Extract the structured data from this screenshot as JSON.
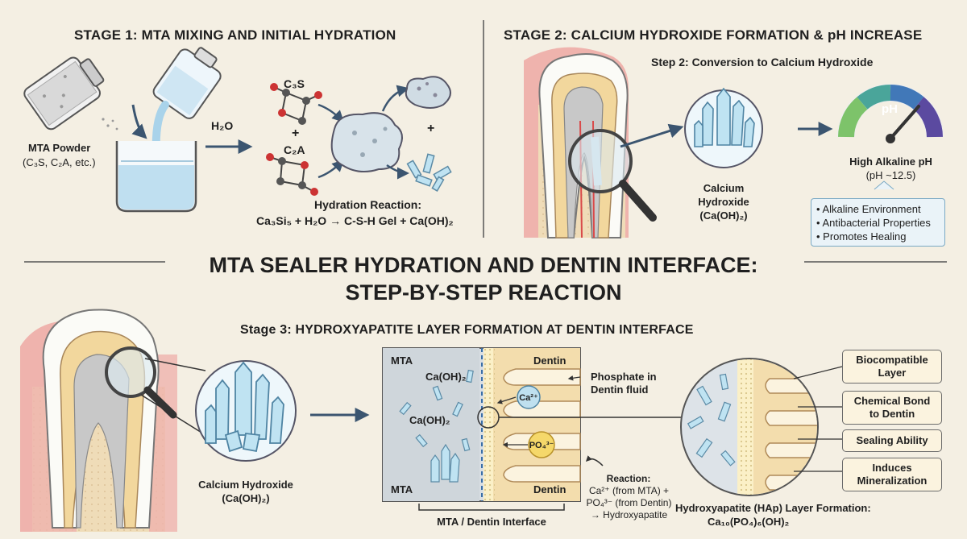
{
  "main_title": {
    "line1": "MTA SEALER HYDRATION AND DENTIN INTERFACE:",
    "line2": "STEP-BY-STEP REACTION"
  },
  "stage1": {
    "title": "STAGE 1: MTA MIXING AND INITIAL HYDRATION",
    "powder_label": "MTA Powder",
    "powder_sub": "(C₃S, C₂A, etc.)",
    "water": "H₂O",
    "c3s": "C₃S",
    "plus": "+",
    "c2a": "C₂A",
    "plus_right": "+",
    "reaction_title": "Hydration Reaction:",
    "reaction_eq": "Ca₃Si₅ + H₂O → C-S-H Gel + Ca(OH)₂"
  },
  "stage2": {
    "title": "STAGE 2: CALCIUM HYDROXIDE FORMATION & pH INCREASE",
    "step_title": "Step 2: Conversion to Calcium Hydroxide",
    "crystal_label_1": "Calcium",
    "crystal_label_2": "Hydroxide",
    "crystal_label_3": "(Ca(OH)₂)",
    "gauge_text": "pH",
    "ph_title": "High Alkaline pH",
    "ph_value": "(pH ~12.5)",
    "bullets": [
      "• Alkaline Environment",
      "• Antibacterial Properties",
      "• Promotes Healing"
    ]
  },
  "stage3": {
    "title": "Stage 3: HYDROXYAPATITE LAYER FORMATION AT DENTIN INTERFACE",
    "crystal_label_1": "Calcium Hydroxide",
    "crystal_label_2": "(Ca(OH)₂)",
    "mta_top": "MTA",
    "mta_bottom": "MTA",
    "dentin_top": "Dentin",
    "dentin_bottom": "Dentin",
    "caoh_1": "Ca(OH)₂",
    "caoh_2": "Ca(OH)₂",
    "ca_ion": "Ca²⁺",
    "po4_ion": "PO₄³⁻",
    "phosphate_1": "Phosphate in",
    "phosphate_2": "Dentin fluid",
    "reaction_title": "Reaction:",
    "reaction_1": "Ca²⁺ (from MTA) +",
    "reaction_2": "PO₄³⁻ (from Dentin)",
    "reaction_3": "→ Hydroxyapatite",
    "interface_label": "MTA / Dentin Interface",
    "hap_title": "Hydroxyapatite (HAp) Layer Formation:",
    "hap_formula": "Ca₁₀(PO₄)₆(OH)₂",
    "properties": [
      {
        "l1": "Biocompatible",
        "l2": "Layer"
      },
      {
        "l1": "Chemical Bond",
        "l2": "to Dentin"
      },
      {
        "l1": "Sealing Ability",
        "l2": ""
      },
      {
        "l1": "Induces",
        "l2": "Mineralization"
      }
    ]
  },
  "colors": {
    "background": "#f4efe3",
    "crystal": "#bfe3f2",
    "dentin": "#f0dcae",
    "gum": "#e9a9a4",
    "bone": "#efdcb8",
    "ca_ion": "#bfe0ef",
    "po4_ion": "#f5d86a"
  }
}
